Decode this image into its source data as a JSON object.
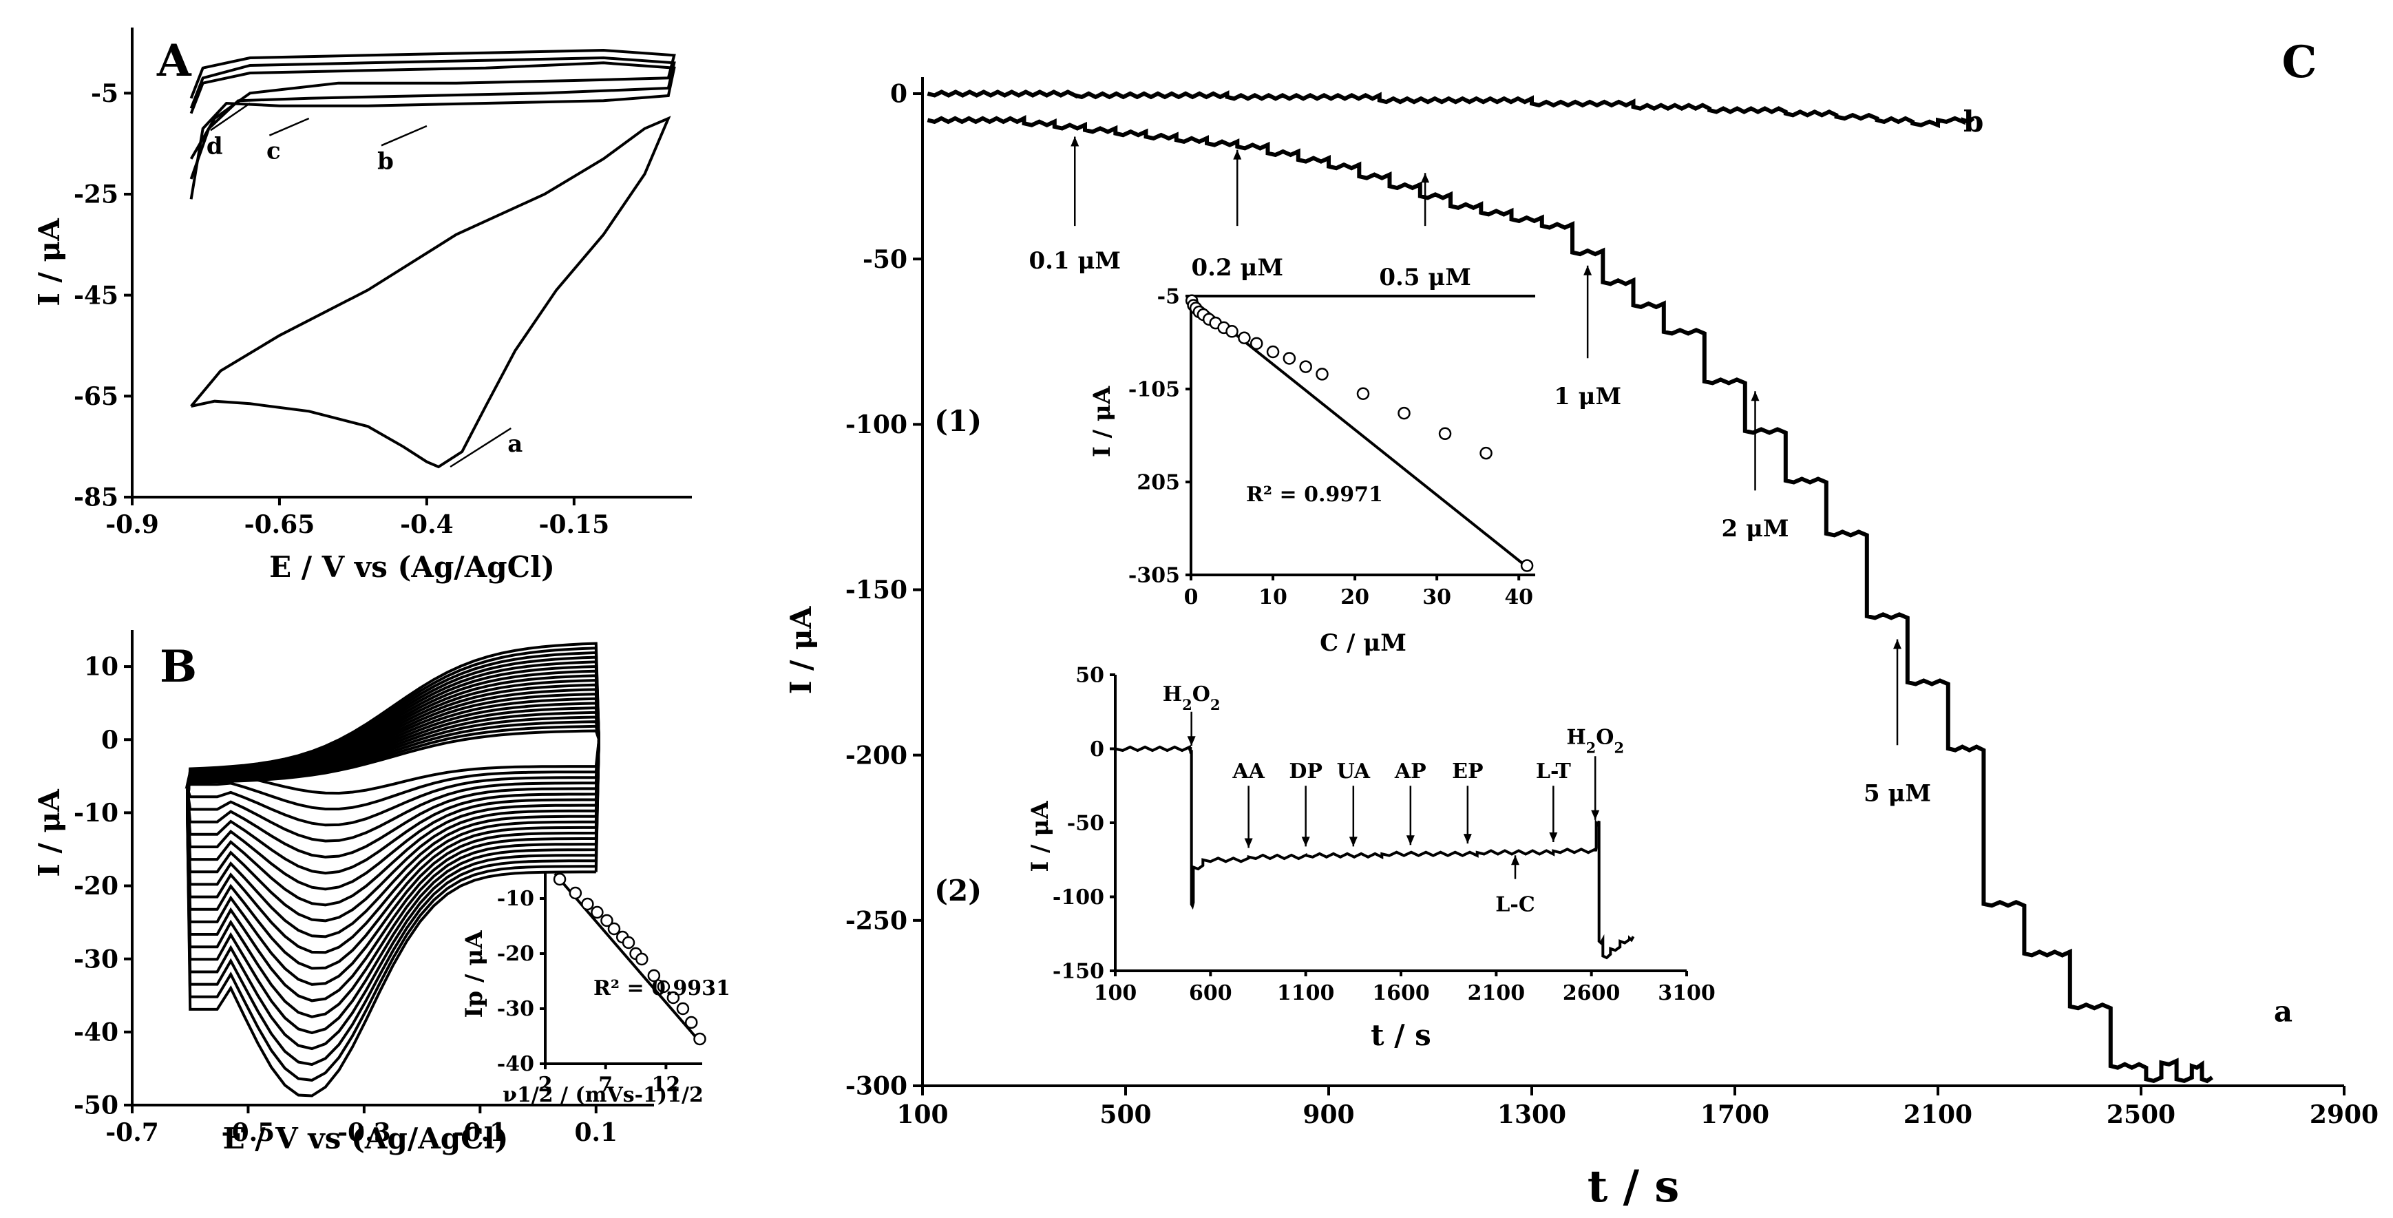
{
  "figure": {
    "background": "#ffffff",
    "ink": "#000000"
  },
  "chart_data": [
    {
      "id": "A",
      "type": "line",
      "panel_label": "A",
      "xlabel": "E / V vs (Ag/AgCl)",
      "ylabel": "I /  μA",
      "xlim": [
        -0.9,
        0.05
      ],
      "ylim": [
        -85,
        8
      ],
      "xticks": [
        -0.9,
        -0.65,
        -0.4,
        -0.15
      ],
      "xtick_labels": [
        "-0.9",
        "-0.65",
        "-0.4",
        "-0.15"
      ],
      "yticks": [
        -85,
        -65,
        -45,
        -25,
        -5
      ],
      "ytick_labels": [
        "-85",
        "-65",
        "-45",
        "-25",
        "-5"
      ],
      "series": [
        {
          "name": "a",
          "points": [
            [
              -0.8,
              -67
            ],
            [
              -0.76,
              -66
            ],
            [
              -0.7,
              -66.5
            ],
            [
              -0.6,
              -68
            ],
            [
              -0.5,
              -71
            ],
            [
              -0.44,
              -75
            ],
            [
              -0.4,
              -78
            ],
            [
              -0.38,
              -79
            ],
            [
              -0.34,
              -76
            ],
            [
              -0.3,
              -67
            ],
            [
              -0.25,
              -56
            ],
            [
              -0.18,
              -44
            ],
            [
              -0.1,
              -33
            ],
            [
              -0.03,
              -21
            ],
            [
              0.01,
              -10
            ],
            [
              -0.03,
              -12
            ],
            [
              -0.1,
              -18
            ],
            [
              -0.2,
              -25
            ],
            [
              -0.35,
              -33
            ],
            [
              -0.5,
              -44
            ],
            [
              -0.65,
              -53
            ],
            [
              -0.75,
              -60
            ],
            [
              -0.8,
              -67
            ]
          ]
        },
        {
          "name": "b",
          "points": [
            [
              -0.8,
              -26
            ],
            [
              -0.78,
              -12
            ],
            [
              -0.74,
              -7
            ],
            [
              -0.65,
              -7.5
            ],
            [
              -0.5,
              -7.5
            ],
            [
              -0.3,
              -7
            ],
            [
              -0.1,
              -6.5
            ],
            [
              0.01,
              -5.5
            ],
            [
              0.02,
              0
            ],
            [
              -0.1,
              1
            ],
            [
              -0.3,
              0
            ],
            [
              -0.5,
              -0.5
            ],
            [
              -0.7,
              -1
            ],
            [
              -0.78,
              -3
            ],
            [
              -0.8,
              -9
            ]
          ]
        },
        {
          "name": "c",
          "points": [
            [
              -0.8,
              -22
            ],
            [
              -0.77,
              -12
            ],
            [
              -0.72,
              -6.5
            ],
            [
              -0.6,
              -6
            ],
            [
              -0.4,
              -5.5
            ],
            [
              -0.2,
              -5
            ],
            [
              0.01,
              -4
            ],
            [
              0.02,
              1
            ],
            [
              -0.1,
              2
            ],
            [
              -0.3,
              1.5
            ],
            [
              -0.5,
              1
            ],
            [
              -0.7,
              0.5
            ],
            [
              -0.78,
              -2
            ],
            [
              -0.8,
              -8
            ]
          ]
        },
        {
          "name": "d",
          "points": [
            [
              -0.8,
              -18
            ],
            [
              -0.76,
              -10
            ],
            [
              -0.7,
              -5
            ],
            [
              -0.55,
              -3
            ],
            [
              -0.35,
              -3
            ],
            [
              -0.15,
              -2.5
            ],
            [
              0.01,
              -2
            ],
            [
              0.02,
              2.5
            ],
            [
              -0.1,
              3.5
            ],
            [
              -0.3,
              3
            ],
            [
              -0.5,
              2.5
            ],
            [
              -0.7,
              2
            ],
            [
              -0.78,
              0
            ],
            [
              -0.8,
              -6
            ]
          ]
        }
      ],
      "curve_labels": [
        {
          "text": "a",
          "pos": [
            -0.25,
            -76
          ],
          "target": [
            -0.36,
            -79
          ]
        },
        {
          "text": "b",
          "pos": [
            -0.47,
            -20
          ],
          "target": [
            -0.4,
            -11.5
          ]
        },
        {
          "text": "c",
          "pos": [
            -0.66,
            -18
          ],
          "target": [
            -0.6,
            -10
          ]
        },
        {
          "text": "d",
          "pos": [
            -0.76,
            -17
          ],
          "target": [
            -0.7,
            -7
          ]
        }
      ]
    },
    {
      "id": "B",
      "type": "line",
      "panel_label": "B",
      "xlabel": "E / V vs (Ag/AgCl)",
      "ylabel": "I /  μA",
      "xlim": [
        -0.7,
        0.2
      ],
      "ylim": [
        -50,
        15
      ],
      "xticks": [
        -0.7,
        -0.5,
        -0.3,
        -0.1,
        0.1
      ],
      "xtick_labels": [
        "-0.7",
        "-0.5",
        "-0.3",
        "-0.1",
        "0.1"
      ],
      "yticks": [
        -50,
        -40,
        -30,
        -20,
        -10,
        0,
        10
      ],
      "ytick_labels": [
        "-50",
        "-40",
        "-30",
        "-20",
        "-10",
        "0",
        "10"
      ],
      "cv_scan_count": 20,
      "cv_envelope": {
        "anodic_max": 12.5,
        "cathodic_min": -41,
        "e_start": -0.6,
        "e_end": 0.1
      },
      "inset": {
        "type": "scatter",
        "xlabel": "ν1/2 / (mVs-1)1/2",
        "ylabel": "Ip / μA",
        "xlim": [
          2,
          15
        ],
        "ylim": [
          -40,
          -5
        ],
        "xticks": [
          2,
          7,
          12
        ],
        "xtick_labels": [
          "2",
          "7",
          "12"
        ],
        "yticks": [
          -40,
          -30,
          -20,
          -10
        ],
        "ytick_labels": [
          "-40",
          "-30",
          "-20",
          "-10"
        ],
        "annotation": "R² = 0.9931",
        "x": [
          3.2,
          4.5,
          5.5,
          6.3,
          7.1,
          7.7,
          8.4,
          8.9,
          9.5,
          10,
          11,
          11.8,
          12.6,
          13.4,
          14.1,
          14.8
        ],
        "y": [
          -6.5,
          -9,
          -11,
          -12.5,
          -14,
          -15.5,
          -17,
          -18,
          -20,
          -21,
          -24,
          -26,
          -28,
          -30,
          -32.5,
          -35.5
        ],
        "fit": {
          "x": [
            2.8,
            15
          ],
          "y": [
            -5.5,
            -36.5
          ]
        }
      }
    },
    {
      "id": "C",
      "type": "line",
      "panel_label": "C",
      "xlabel": "t / s",
      "ylabel": "I / μA",
      "xlim": [
        100,
        2900
      ],
      "ylim": [
        -300,
        5
      ],
      "xticks": [
        100,
        500,
        900,
        1300,
        1700,
        2100,
        2500,
        2900
      ],
      "xtick_labels": [
        "100",
        "500",
        "900",
        "1300",
        "1700",
        "2100",
        "2500",
        "2900"
      ],
      "yticks": [
        -300,
        -250,
        -200,
        -150,
        -100,
        -50,
        0
      ],
      "ytick_labels": [
        "-300",
        "-250",
        "-200",
        "-150",
        "-100",
        "-50",
        "0"
      ],
      "series": [
        {
          "name": "a",
          "steps": [
            [
              110,
              -8
            ],
            [
              300,
              -9
            ],
            [
              360,
              -10
            ],
            [
              420,
              -11
            ],
            [
              480,
              -12
            ],
            [
              540,
              -13
            ],
            [
              600,
              -14
            ],
            [
              660,
              -15
            ],
            [
              720,
              -16
            ],
            [
              780,
              -18
            ],
            [
              840,
              -20
            ],
            [
              900,
              -22
            ],
            [
              960,
              -25
            ],
            [
              1020,
              -28
            ],
            [
              1080,
              -31
            ],
            [
              1140,
              -34
            ],
            [
              1200,
              -36
            ],
            [
              1260,
              -38
            ],
            [
              1320,
              -40
            ],
            [
              1380,
              -48
            ],
            [
              1440,
              -57
            ],
            [
              1500,
              -64
            ],
            [
              1560,
              -72
            ],
            [
              1640,
              -87
            ],
            [
              1720,
              -102
            ],
            [
              1800,
              -117
            ],
            [
              1880,
              -133
            ],
            [
              1960,
              -158
            ],
            [
              2040,
              -178
            ],
            [
              2120,
              -198
            ],
            [
              2190,
              -245
            ],
            [
              2270,
              -260
            ],
            [
              2360,
              -276
            ],
            [
              2440,
              -294
            ],
            [
              2510,
              -298
            ],
            [
              2540,
              -293
            ],
            [
              2570,
              -298
            ],
            [
              2600,
              -294
            ],
            [
              2620,
              -298
            ]
          ]
        },
        {
          "name": "b",
          "steps": [
            [
              110,
              0
            ],
            [
              400,
              -0.5
            ],
            [
              700,
              -1
            ],
            [
              1000,
              -2
            ],
            [
              1300,
              -3
            ],
            [
              1500,
              -4
            ],
            [
              1650,
              -5
            ],
            [
              1800,
              -6
            ],
            [
              1900,
              -7
            ],
            [
              1980,
              -8
            ],
            [
              2050,
              -9
            ],
            [
              2100,
              -8
            ],
            [
              2150,
              -8
            ]
          ]
        }
      ],
      "series_labels": [
        {
          "text": "a",
          "pos": [
            2780,
            -278
          ]
        },
        {
          "text": "b",
          "pos": [
            2170,
            -9
          ]
        }
      ],
      "concentration_markers": [
        {
          "text": "0.1 μM",
          "x": 400,
          "arrow_from": -40,
          "arrow_to": -13,
          "label_y": -50
        },
        {
          "text": "0.2 μM",
          "x": 720,
          "arrow_from": -40,
          "arrow_to": -17,
          "label_y": -52
        },
        {
          "text": "0.5 μM",
          "x": 1090,
          "arrow_from": -40,
          "arrow_to": -24,
          "label_y": -55
        },
        {
          "text": "1 μM",
          "x": 1410,
          "arrow_from": -80,
          "arrow_to": -52,
          "label_y": -91
        },
        {
          "text": "2 μM",
          "x": 1740,
          "arrow_from": -120,
          "arrow_to": -90,
          "label_y": -131
        },
        {
          "text": "5 μM",
          "x": 2020,
          "arrow_from": -197,
          "arrow_to": -165,
          "label_y": -211
        }
      ],
      "group_labels": [
        {
          "text": "(1)",
          "pos": [
            170,
            -102
          ]
        },
        {
          "text": "(2)",
          "pos": [
            170,
            -244
          ]
        }
      ],
      "inset1": {
        "type": "scatter",
        "xlabel": "C / μM",
        "ylabel": "I / μA",
        "xlim": [
          0,
          42
        ],
        "ylim": [
          -305,
          -5
        ],
        "xticks": [
          0,
          10,
          20,
          30,
          40
        ],
        "xtick_labels": [
          "0",
          "10",
          "20",
          "30",
          "40"
        ],
        "yticks": [
          -5,
          -105,
          -205,
          -305
        ],
        "ytick_labels": [
          "-5",
          "-105",
          "205",
          "-305"
        ],
        "annotation": "R² = 0.9971",
        "x": [
          0.1,
          0.3,
          0.6,
          1,
          1.5,
          2.2,
          3,
          4,
          5,
          6.5,
          8,
          10,
          12,
          14,
          16,
          21,
          26,
          31,
          36,
          41
        ],
        "y": [
          -10,
          -15,
          -18,
          -22,
          -25,
          -30,
          -34,
          -39,
          -43,
          -50,
          -56,
          -65,
          -72,
          -81,
          -89,
          -110,
          -131,
          -153,
          -174,
          -295
        ],
        "fit": {
          "x": [
            0,
            41.5
          ],
          "y": [
            -8,
            -300
          ]
        }
      },
      "inset2": {
        "type": "line",
        "xlabel": "t / s",
        "ylabel": "I / μA",
        "xlim": [
          100,
          3100
        ],
        "ylim": [
          -150,
          50
        ],
        "xticks": [
          100,
          600,
          1100,
          1600,
          2100,
          2600,
          3100
        ],
        "xtick_labels": [
          "100",
          "600",
          "1100",
          "1600",
          "2100",
          "2600",
          "3100"
        ],
        "yticks": [
          -150,
          -100,
          -50,
          0,
          50
        ],
        "ytick_labels": [
          "-150",
          "-100",
          "-50",
          "0",
          "50"
        ],
        "trace": [
          [
            100,
            0
          ],
          [
            490,
            0
          ],
          [
            495,
            -2
          ],
          [
            500,
            -105
          ],
          [
            510,
            -80
          ],
          [
            560,
            -75
          ],
          [
            800,
            -73
          ],
          [
            1100,
            -72
          ],
          [
            1500,
            -71
          ],
          [
            2000,
            -70
          ],
          [
            2400,
            -69
          ],
          [
            2620,
            -68
          ],
          [
            2625,
            -50
          ],
          [
            2640,
            -130
          ],
          [
            2660,
            -140
          ],
          [
            2700,
            -135
          ],
          [
            2750,
            -130
          ],
          [
            2800,
            -128
          ]
        ],
        "interferent_markers": [
          {
            "text": "H2O2",
            "x": 500,
            "label_y": 37,
            "arrow_from": 25,
            "arrow_to": 2
          },
          {
            "text": "AA",
            "x": 800,
            "label_y": -15,
            "arrow_from": -25,
            "arrow_to": -67
          },
          {
            "text": "DP",
            "x": 1100,
            "label_y": -15,
            "arrow_from": -25,
            "arrow_to": -66
          },
          {
            "text": "UA",
            "x": 1350,
            "label_y": -15,
            "arrow_from": -25,
            "arrow_to": -66
          },
          {
            "text": "AP",
            "x": 1650,
            "label_y": -15,
            "arrow_from": -25,
            "arrow_to": -65
          },
          {
            "text": "EP",
            "x": 1950,
            "label_y": -15,
            "arrow_from": -25,
            "arrow_to": -64
          },
          {
            "text": "L-T",
            "x": 2400,
            "label_y": -15,
            "arrow_from": -25,
            "arrow_to": -63
          },
          {
            "text": "H2O2",
            "x": 2620,
            "label_y": 8,
            "arrow_from": -5,
            "arrow_to": -48
          },
          {
            "text": "L-C",
            "x": 2200,
            "label_y": -105,
            "arrow_from": -88,
            "arrow_to": -72
          }
        ]
      }
    }
  ]
}
